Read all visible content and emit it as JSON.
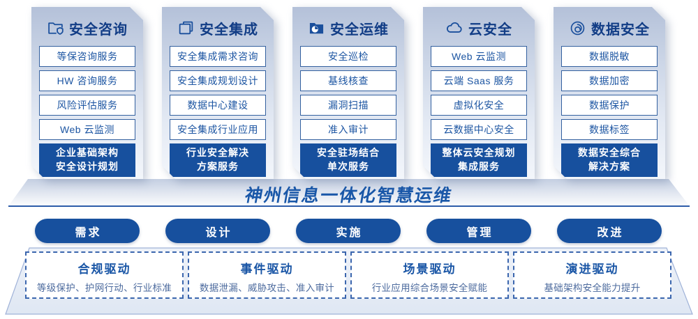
{
  "banner": {
    "title": "神州信息一体化智慧运维"
  },
  "columns": [
    {
      "icon": "folder-shield-icon",
      "title": "安全咨询",
      "items": [
        "等保咨询服务",
        "HW 咨询服务",
        "风险评估服务",
        "Web 云监测"
      ],
      "cta_lines": [
        "企业基础架构",
        "安全设计规划"
      ]
    },
    {
      "icon": "copy-docs-icon",
      "title": "安全集成",
      "items": [
        "安全集成需求咨询",
        "安全集成规划设计",
        "数据中心建设",
        "安全集成行业应用"
      ],
      "cta_lines": [
        "行业安全解决",
        "方案服务"
      ]
    },
    {
      "icon": "folder-clock-icon",
      "title": "安全运维",
      "items": [
        "安全巡检",
        "基线核查",
        "漏洞扫描",
        "准入审计"
      ],
      "cta_lines": [
        "安全驻场结合",
        "单次服务"
      ]
    },
    {
      "icon": "cloud-icon",
      "title": "云安全",
      "items": [
        "Web 云监测",
        "云端 Saas 服务",
        "虚拟化安全",
        "云数据中心安全"
      ],
      "cta_lines": [
        "整体云安全规划",
        "集成服务"
      ]
    },
    {
      "icon": "fingerprint-icon",
      "title": "数据安全",
      "items": [
        "数据脱敏",
        "数据加密",
        "数据保护",
        "数据标签"
      ],
      "cta_lines": [
        "数据安全综合",
        "解决方案"
      ]
    }
  ],
  "pills": [
    "需求",
    "设计",
    "实施",
    "管理",
    "改进"
  ],
  "drivers": [
    {
      "title": "合规驱动",
      "subtitle": "等级保护、护网行动、行业标准"
    },
    {
      "title": "事件驱动",
      "subtitle": "数据泄漏、威胁攻击、准入审计"
    },
    {
      "title": "场景驱动",
      "subtitle": "行业应用综合场景安全赋能"
    },
    {
      "title": "演进驱动",
      "subtitle": "基础架构安全能力提升"
    }
  ],
  "colors": {
    "primary_blue": "#17509e",
    "title_navy": "#123d86",
    "item_text_blue": "#1c55a2",
    "box_border_blue": "#33609f",
    "banner_text_blue": "#1957a8",
    "driver_subtitle_blue": "#4d6b9e",
    "card_top": "#b4c1d9",
    "card_bottom": "#f3f6fb"
  }
}
